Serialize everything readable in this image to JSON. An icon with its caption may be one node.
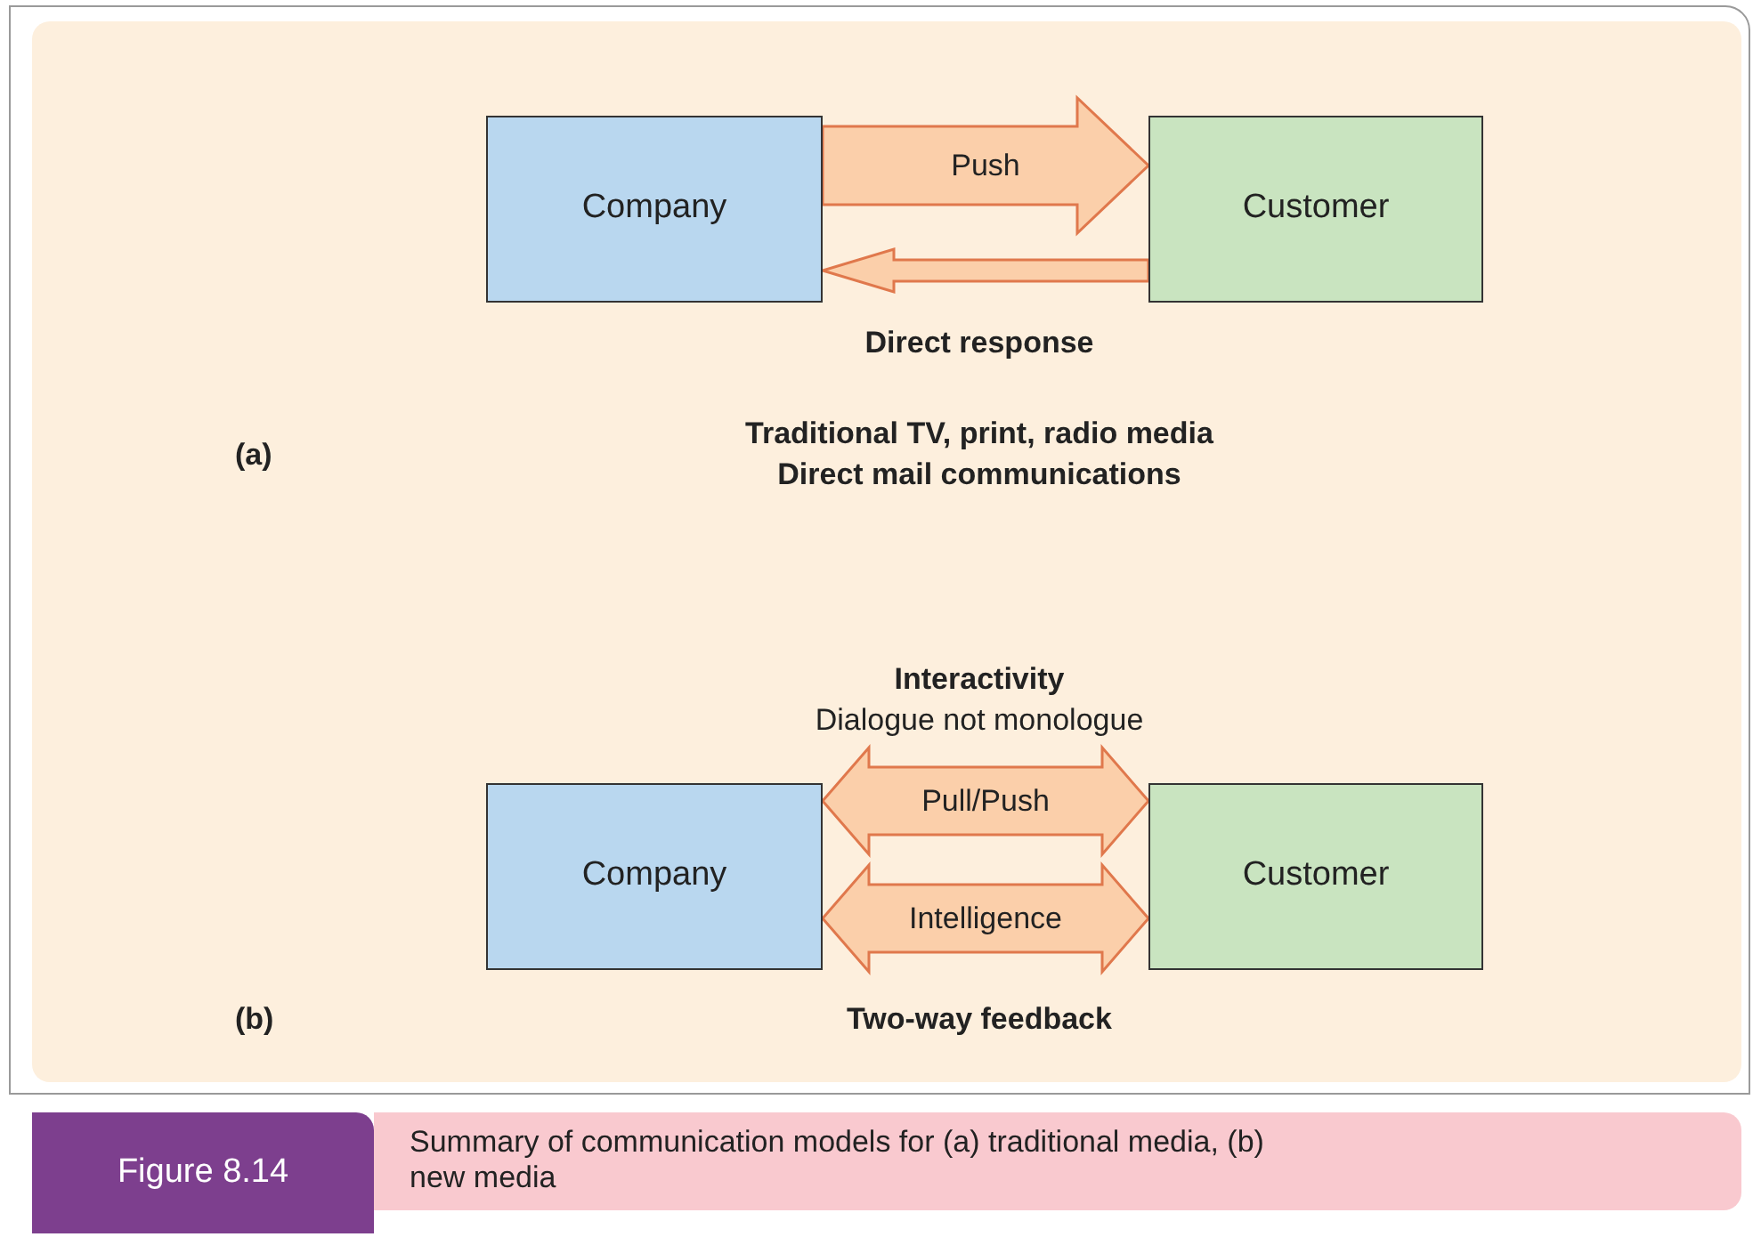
{
  "diagram": {
    "title": "Figure 8.14",
    "caption": "Summary of communication models for (a) traditional media, (b) new media",
    "nodes": [
      {
        "text": [
          "Company"
        ]
      },
      {
        "text": [
          "Customer"
        ]
      },
      {
        "text": [
          "Company"
        ]
      },
      {
        "text": [
          "Customer"
        ]
      }
    ],
    "edges": [
      {
        "from": 0,
        "to": 1,
        "arrow": "to",
        "label": "Push"
      },
      {
        "from": 1,
        "to": 0,
        "arrow": "to"
      },
      {
        "from": 2,
        "to": 3,
        "arrow": "both",
        "label": "Pull/Push"
      },
      {
        "from": 2,
        "to": 3,
        "arrow": "both",
        "label": "Intelligence"
      }
    ],
    "labels": [
      "Direct response",
      "Traditional TV, print, radio media",
      "Direct mail communications",
      "(a)",
      "Interactivity",
      "Dialogue not monologue",
      "(b)",
      "Two-way feedback"
    ]
  }
}
